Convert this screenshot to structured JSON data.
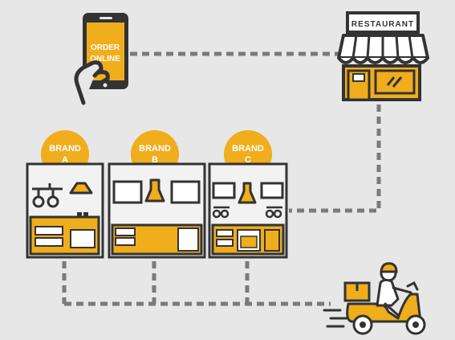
{
  "phone": {
    "label_line1": "ORDER",
    "label_line2": "ONLINE"
  },
  "restaurant": {
    "sign": "RESTAURANT"
  },
  "brands": [
    {
      "line1": "BRAND",
      "line2": "A"
    },
    {
      "line1": "BRAND",
      "line2": "B"
    },
    {
      "line1": "BRAND",
      "line2": "C"
    }
  ],
  "icons": {
    "phone": "smartphone-hand-icon",
    "restaurant": "storefront-icon",
    "delivery": "delivery-scooter-icon",
    "kitchen": "kitchen-icon"
  },
  "colors": {
    "background": "#e7e7e7",
    "accent": "#f0ad1c",
    "outline": "#333333",
    "connector": "#7a7a7a"
  }
}
